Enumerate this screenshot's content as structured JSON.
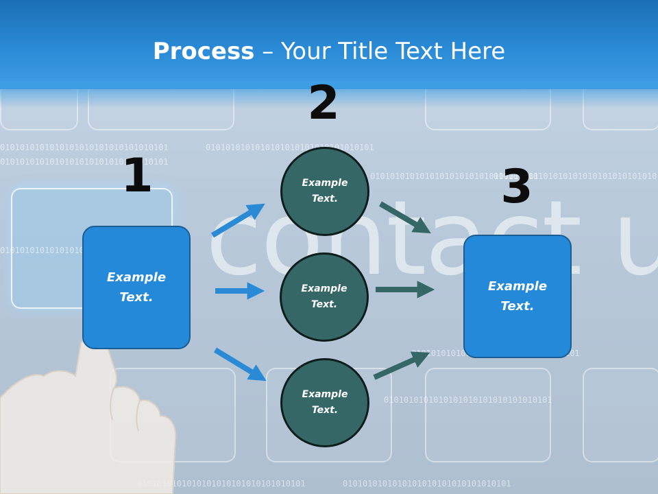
{
  "title": {
    "bold": "Process",
    "rest": " – Your Title Text Here"
  },
  "background": {
    "watermark": "contact us",
    "binary_line": "0101010101010101010101010101010101"
  },
  "steps": {
    "one": {
      "number": "1",
      "text": "Example\nText."
    },
    "two": {
      "number": "2",
      "items": [
        "Example\nText.",
        "Example\nText.",
        "Example\nText."
      ]
    },
    "three": {
      "number": "3",
      "text": "Example\nText."
    }
  },
  "colors": {
    "header": "#2a8ad6",
    "box": "#2389d8",
    "circle": "#346765",
    "arrow_blue": "#2a8ad6",
    "arrow_teal": "#346765"
  }
}
